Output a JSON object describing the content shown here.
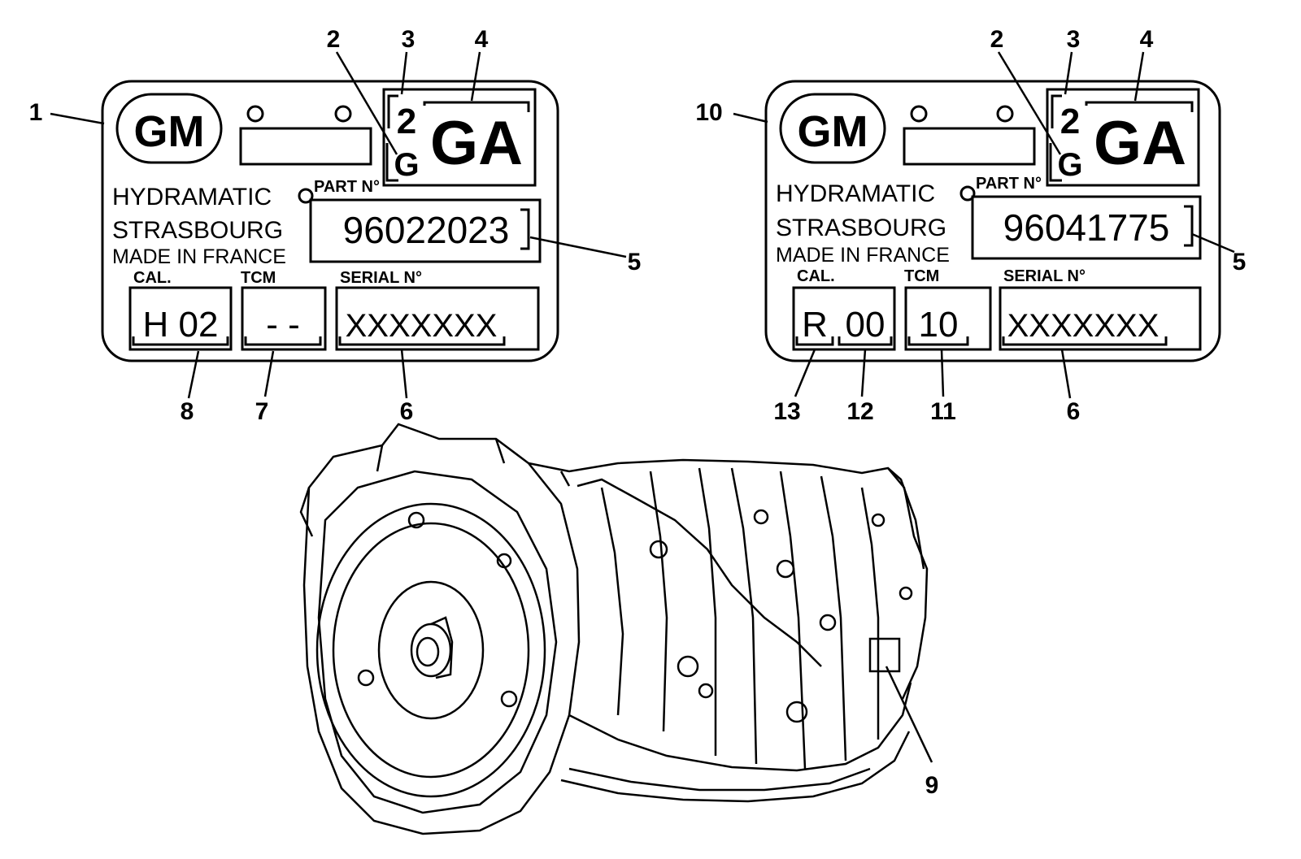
{
  "left_label": {
    "brand": "GM",
    "code_digit": "2",
    "code_letter": "G",
    "code_suffix": "GA",
    "maker_line1": "HYDRAMATIC",
    "maker_line2": "STRASBOURG",
    "maker_line3": "MADE IN FRANCE",
    "part_heading": "PART N°",
    "part_number": "96022023",
    "cal_heading": "CAL.",
    "tcm_heading": "TCM",
    "serial_heading": "SERIAL N°",
    "cal_value": "H 02",
    "tcm_value": "- -",
    "serial_value": "XXXXXXX"
  },
  "right_label": {
    "brand": "GM",
    "code_digit": "2",
    "code_letter": "G",
    "code_suffix": "GA",
    "maker_line1": "HYDRAMATIC",
    "maker_line2": "STRASBOURG",
    "maker_line3": "MADE IN FRANCE",
    "part_heading": "PART N°",
    "part_number": "96041775",
    "cal_heading": "CAL.",
    "tcm_heading": "TCM",
    "serial_heading": "SERIAL N°",
    "cal_letter": "R",
    "cal_digits": "00",
    "tcm_value": "10",
    "serial_value": "XXXXXXX"
  },
  "callouts": {
    "c1": "1",
    "c2": "2",
    "c3": "3",
    "c4": "4",
    "c5": "5",
    "c6": "6",
    "c7": "7",
    "c8": "8",
    "c9": "9",
    "c10": "10",
    "c11": "11",
    "c12": "12",
    "c13": "13",
    "r2": "2",
    "r3": "3",
    "r4": "4",
    "r5": "5",
    "r6": "6"
  }
}
